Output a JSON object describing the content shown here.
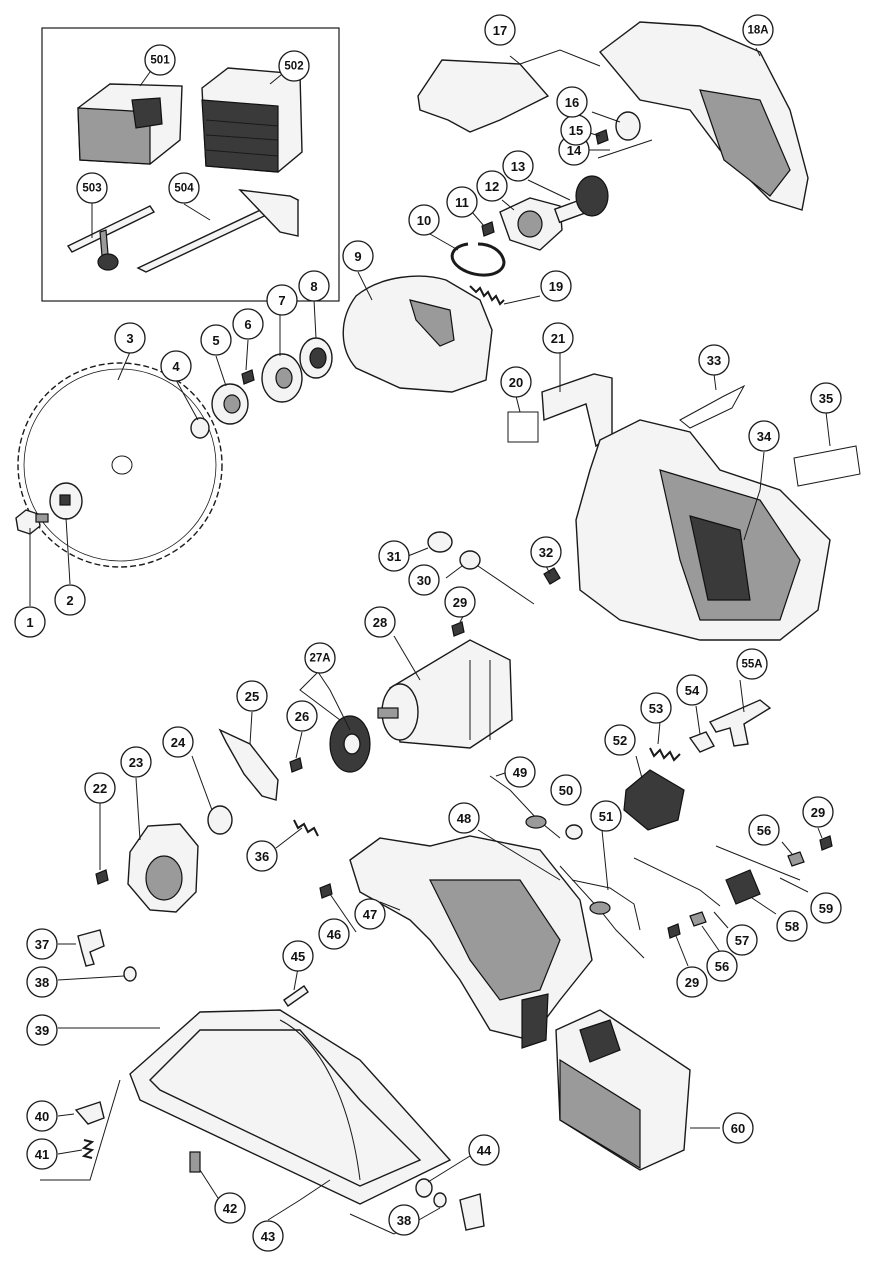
{
  "callouts": [
    {
      "id": "1",
      "label": "1"
    },
    {
      "id": "2",
      "label": "2"
    },
    {
      "id": "3",
      "label": "3"
    },
    {
      "id": "4",
      "label": "4"
    },
    {
      "id": "5",
      "label": "5"
    },
    {
      "id": "6",
      "label": "6"
    },
    {
      "id": "7",
      "label": "7"
    },
    {
      "id": "8",
      "label": "8"
    },
    {
      "id": "9",
      "label": "9"
    },
    {
      "id": "10",
      "label": "10"
    },
    {
      "id": "11",
      "label": "11"
    },
    {
      "id": "12",
      "label": "12"
    },
    {
      "id": "13",
      "label": "13"
    },
    {
      "id": "14",
      "label": "14"
    },
    {
      "id": "15",
      "label": "15"
    },
    {
      "id": "16",
      "label": "16"
    },
    {
      "id": "17",
      "label": "17"
    },
    {
      "id": "18A",
      "label": "18A"
    },
    {
      "id": "19",
      "label": "19"
    },
    {
      "id": "20",
      "label": "20"
    },
    {
      "id": "21",
      "label": "21"
    },
    {
      "id": "22",
      "label": "22"
    },
    {
      "id": "23",
      "label": "23"
    },
    {
      "id": "24",
      "label": "24"
    },
    {
      "id": "25",
      "label": "25"
    },
    {
      "id": "26",
      "label": "26"
    },
    {
      "id": "27A",
      "label": "27A"
    },
    {
      "id": "28",
      "label": "28"
    },
    {
      "id": "29a",
      "label": "29"
    },
    {
      "id": "29b",
      "label": "29"
    },
    {
      "id": "29c",
      "label": "29"
    },
    {
      "id": "30",
      "label": "30"
    },
    {
      "id": "31",
      "label": "31"
    },
    {
      "id": "32",
      "label": "32"
    },
    {
      "id": "33",
      "label": "33"
    },
    {
      "id": "34",
      "label": "34"
    },
    {
      "id": "35",
      "label": "35"
    },
    {
      "id": "36",
      "label": "36"
    },
    {
      "id": "37",
      "label": "37"
    },
    {
      "id": "38a",
      "label": "38"
    },
    {
      "id": "38b",
      "label": "38"
    },
    {
      "id": "39",
      "label": "39"
    },
    {
      "id": "40",
      "label": "40"
    },
    {
      "id": "41",
      "label": "41"
    },
    {
      "id": "42",
      "label": "42"
    },
    {
      "id": "43",
      "label": "43"
    },
    {
      "id": "44",
      "label": "44"
    },
    {
      "id": "45",
      "label": "45"
    },
    {
      "id": "46",
      "label": "46"
    },
    {
      "id": "47",
      "label": "47"
    },
    {
      "id": "48",
      "label": "48"
    },
    {
      "id": "49",
      "label": "49"
    },
    {
      "id": "50",
      "label": "50"
    },
    {
      "id": "51",
      "label": "51"
    },
    {
      "id": "52",
      "label": "52"
    },
    {
      "id": "53",
      "label": "53"
    },
    {
      "id": "54",
      "label": "54"
    },
    {
      "id": "55A",
      "label": "55A"
    },
    {
      "id": "56a",
      "label": "56"
    },
    {
      "id": "56b",
      "label": "56"
    },
    {
      "id": "57",
      "label": "57"
    },
    {
      "id": "58",
      "label": "58"
    },
    {
      "id": "59",
      "label": "59"
    },
    {
      "id": "60",
      "label": "60"
    },
    {
      "id": "501",
      "label": "501"
    },
    {
      "id": "502",
      "label": "502"
    },
    {
      "id": "503",
      "label": "503"
    },
    {
      "id": "504",
      "label": "504"
    }
  ]
}
